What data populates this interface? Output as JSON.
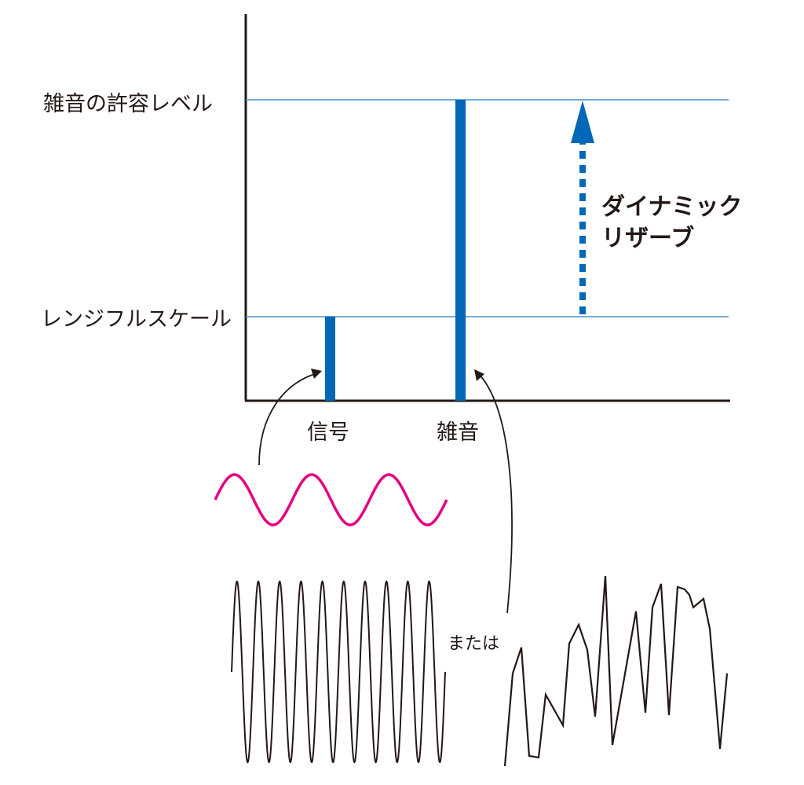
{
  "labels": {
    "noise_tolerance": "雑音の許容レベル",
    "range_full_scale": "レンジフルスケール",
    "dynamic_reserve_line1": "ダイナミック",
    "dynamic_reserve_line2": "リザーブ",
    "signal": "信号",
    "noise": "雑音",
    "or": "または"
  },
  "colors": {
    "bar": "#0068b7",
    "level_line": "#4a90c8",
    "signal_wave": "#e4007f",
    "ink": "#231815"
  }
}
